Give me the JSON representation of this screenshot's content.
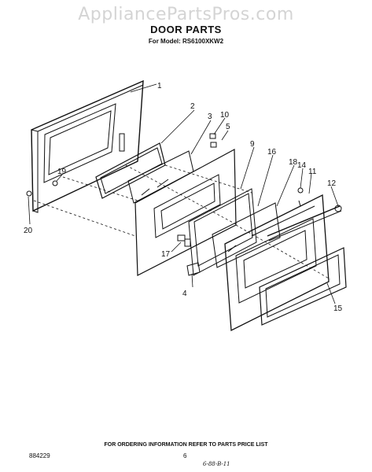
{
  "watermark": "AppliancePartsPros.com",
  "title": "DOOR PARTS",
  "subtitle": "For Model: RS6100XKW2",
  "footer_note": "FOR ORDERING INFORMATION REFER TO PARTS PRICE LIST",
  "doc_code": "884229",
  "page_number": "6",
  "handwritten_note": "6-88-B-11",
  "callouts": {
    "c1": "1",
    "c2": "2",
    "c3": "3",
    "c4": "4",
    "c5": "5",
    "c9": "9",
    "c10": "10",
    "c11": "11",
    "c12": "12",
    "c14": "14",
    "c15": "15",
    "c16": "16",
    "c17": "17",
    "c18": "18",
    "c19": "19",
    "c20": "20"
  }
}
